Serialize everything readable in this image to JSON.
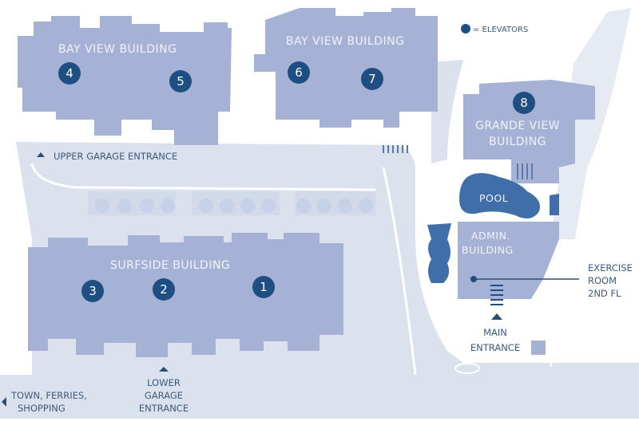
{
  "legend": {
    "elevators_label": "= ELEVATORS",
    "icon": "elevator-dot-icon"
  },
  "buildings": {
    "bay_view_west": "BAY VIEW BUILDING",
    "bay_view_east": "BAY VIEW BUILDING",
    "grande_view_line1": "GRANDE VIEW",
    "grande_view_line2": "BUILDING",
    "surfside": "SURFSIDE BUILDING",
    "admin_line1": "ADMIN.",
    "admin_line2": "BUILDING",
    "pool": "POOL"
  },
  "elevators": [
    "1",
    "2",
    "3",
    "4",
    "5",
    "6",
    "7",
    "8"
  ],
  "labels": {
    "upper_garage": "UPPER GARAGE ENTRANCE",
    "lower_garage": [
      "LOWER",
      "GARAGE",
      "ENTRANCE"
    ],
    "main_entrance": [
      "MAIN",
      "ENTRANCE"
    ],
    "exercise_room": [
      "EXERCISE",
      "ROOM",
      "2ND FL"
    ],
    "town": [
      "TOWN, FERRIES,",
      "SHOPPING"
    ]
  },
  "colors": {
    "building": "#a5b2d6",
    "road": "#dbe2ed",
    "elevator": "#1f4e82",
    "pool": "#3f6ea8"
  }
}
